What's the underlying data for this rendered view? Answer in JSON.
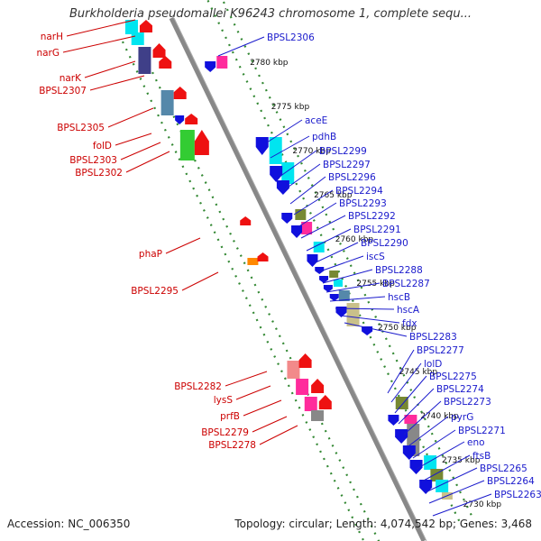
{
  "title": "Burkholderia pseudomallei K96243 chromosome 1, complete sequ...",
  "footer": {
    "accession": "Accession: NC_006350",
    "topology": "Topology: circular; Length: 4,074,542 bp; Genes: 3,468"
  },
  "colors": {
    "reverse_label": "#cc0000",
    "forward_label": "#1a1acc",
    "backbone": "#888888",
    "tick": "#338833",
    "cyan": "#00e5f0",
    "blue": "#1010dd",
    "red": "#ee1111",
    "pink": "#ff2b9c",
    "green": "#33cc33",
    "steel": "#5588aa",
    "olive": "#778833",
    "khaki": "#c9c08a",
    "purple": "#3f3f88",
    "salmon": "#f28a8a",
    "grey": "#888888",
    "orange": "#ff8800"
  },
  "diagram": {
    "kbp_ticks": [
      {
        "label": "2780 kbp",
        "pos": 2780
      },
      {
        "label": "2775 kbp",
        "pos": 2775
      },
      {
        "label": "2770 kbp",
        "pos": 2770
      },
      {
        "label": "2765 kbp",
        "pos": 2765
      },
      {
        "label": "2760 kbp",
        "pos": 2760
      },
      {
        "label": "2755 kbp",
        "pos": 2755
      },
      {
        "label": "2750 kbp",
        "pos": 2750
      },
      {
        "label": "2745 kbp",
        "pos": 2745
      },
      {
        "label": "2740 kbp",
        "pos": 2740
      },
      {
        "label": "2735 kbp",
        "pos": 2735
      },
      {
        "label": "2730 kbp",
        "pos": 2730
      }
    ],
    "reverse_genes": [
      "narH",
      "narG",
      "narK",
      "BPSL2307",
      "BPSL2305",
      "folD",
      "BPSL2303",
      "BPSL2302",
      "phaP",
      "BPSL2295",
      "BPSL2282",
      "lysS",
      "prfB",
      "BPSL2279",
      "BPSL2278"
    ],
    "forward_genes": [
      "BPSL2306",
      "aceE",
      "pdhB",
      "BPSL2299",
      "BPSL2297",
      "BPSL2296",
      "BPSL2294",
      "BPSL2293",
      "BPSL2292",
      "BPSL2291",
      "BPSL2290",
      "iscS",
      "BPSL2288",
      "BPSL2287",
      "hscB",
      "hscA",
      "fdx",
      "BPSL2283",
      "BPSL2277",
      "lolD",
      "BPSL2275",
      "BPSL2274",
      "BPSL2273",
      "pyrG",
      "BPSL2271",
      "eno",
      "ftsB",
      "BPSL2265",
      "BPSL2264",
      "BPSL2263"
    ]
  }
}
